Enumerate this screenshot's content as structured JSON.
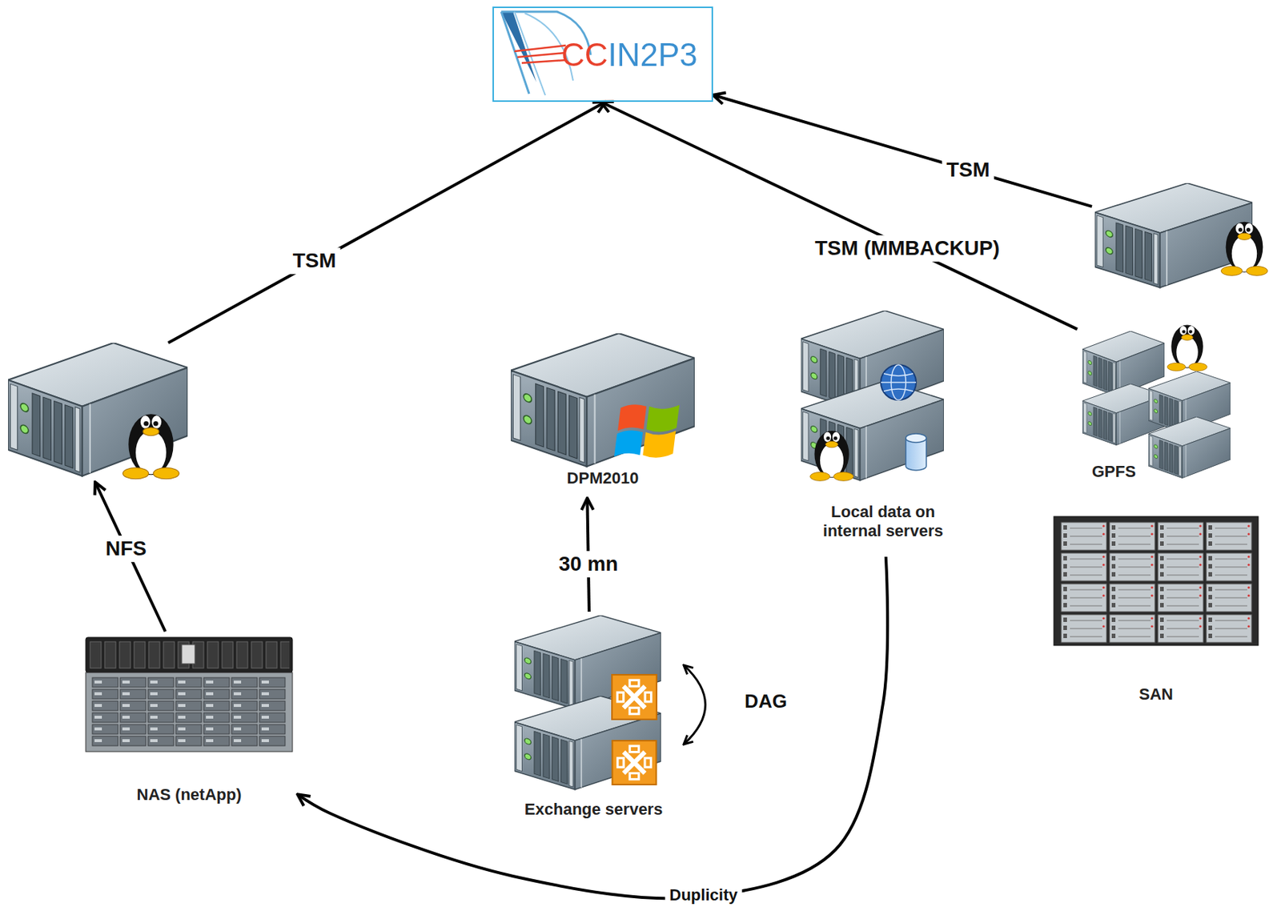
{
  "diagram": {
    "nodes": [
      {
        "text": [
          "CCIN2P3"
        ]
      },
      {
        "text": []
      },
      {
        "text": [
          "NAS (netApp)"
        ]
      },
      {
        "text": [
          "DPM2010"
        ]
      },
      {
        "text": [
          "Exchange servers"
        ]
      },
      {
        "text": [
          "Local data on internal servers"
        ]
      },
      {
        "text": []
      },
      {
        "text": [
          "GPFS"
        ]
      },
      {
        "text": [
          "SAN"
        ]
      }
    ],
    "edges": [
      {
        "from": 1,
        "to": 0,
        "label": "TSM",
        "arrow": "to"
      },
      {
        "from": 2,
        "to": 1,
        "label": "NFS",
        "arrow": "to"
      },
      {
        "from": 4,
        "to": 3,
        "label": "30 mn",
        "arrow": "to"
      },
      {
        "from": 7,
        "to": 0,
        "label": "TSM (MMBACKUP)",
        "arrow": "to"
      },
      {
        "from": 6,
        "to": 0,
        "label": "TSM",
        "arrow": "to"
      },
      {
        "from": 5,
        "to": 2,
        "label": "Duplicity",
        "arrow": "to"
      }
    ],
    "labels": [
      "DAG"
    ]
  }
}
